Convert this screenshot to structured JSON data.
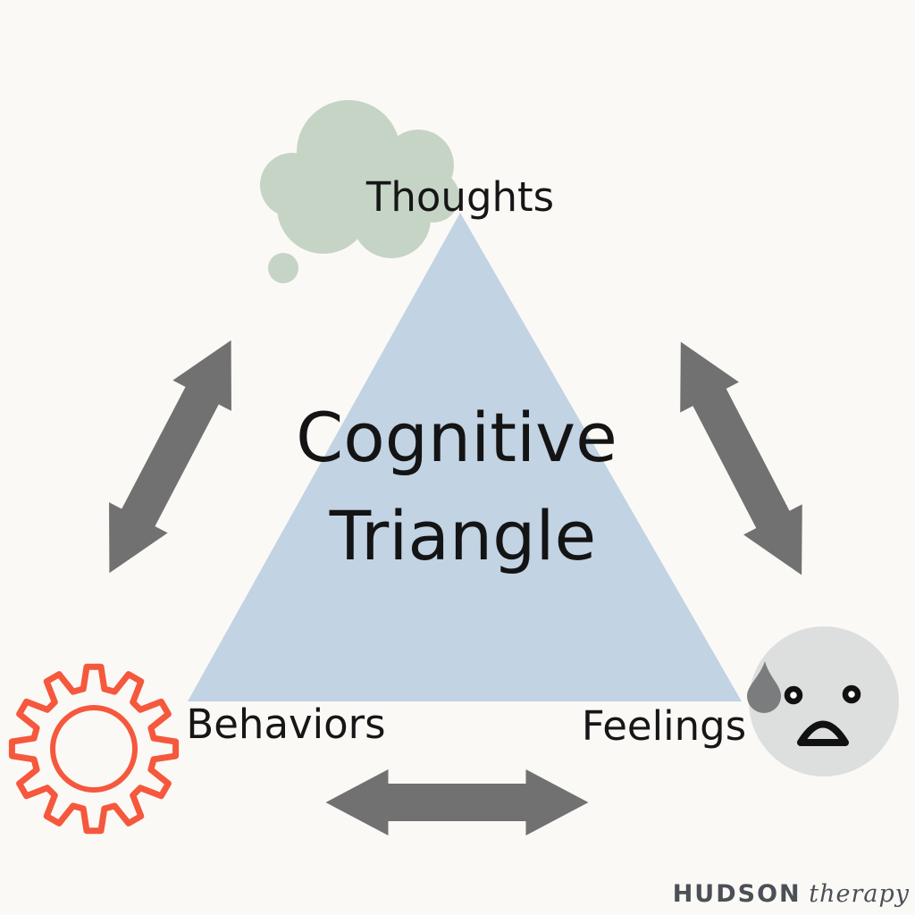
{
  "diagram": {
    "title_line1": "Cognitive",
    "title_line2": "Triangle",
    "nodes": {
      "thoughts": {
        "label": "Thoughts",
        "icon": "thought-bubble"
      },
      "behaviors": {
        "label": "Behaviors",
        "icon": "gear"
      },
      "feelings": {
        "label": "Feelings",
        "icon": "worried-face"
      }
    }
  },
  "branding": {
    "name": "HUDSON",
    "descriptor": "therapy"
  },
  "colors": {
    "background": "#FBF9F6",
    "triangle": "#C2D3E3",
    "thought_bubble": "#C6D4C6",
    "arrow": "#717171",
    "gear": "#F5583C",
    "face": "#DDDEDE",
    "sweat_drop": "#7A7C7E",
    "facial_features": "#111111",
    "text": "#161616",
    "logo": "#4B5057"
  }
}
